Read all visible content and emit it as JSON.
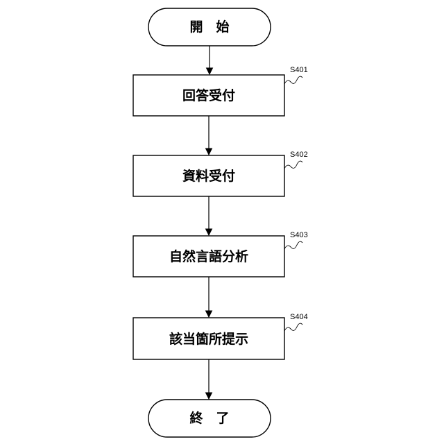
{
  "diagram": {
    "type": "flowchart",
    "start": {
      "label": "開　始"
    },
    "steps": [
      {
        "id": "S401",
        "label": "回答受付"
      },
      {
        "id": "S402",
        "label": "資料受付"
      },
      {
        "id": "S403",
        "label": "自然言語分析"
      },
      {
        "id": "S404",
        "label": "該当箇所提示"
      }
    ],
    "end": {
      "label": "終　了"
    },
    "colors": {
      "stroke": "#000000",
      "fill": "#ffffff",
      "text": "#000000"
    }
  }
}
